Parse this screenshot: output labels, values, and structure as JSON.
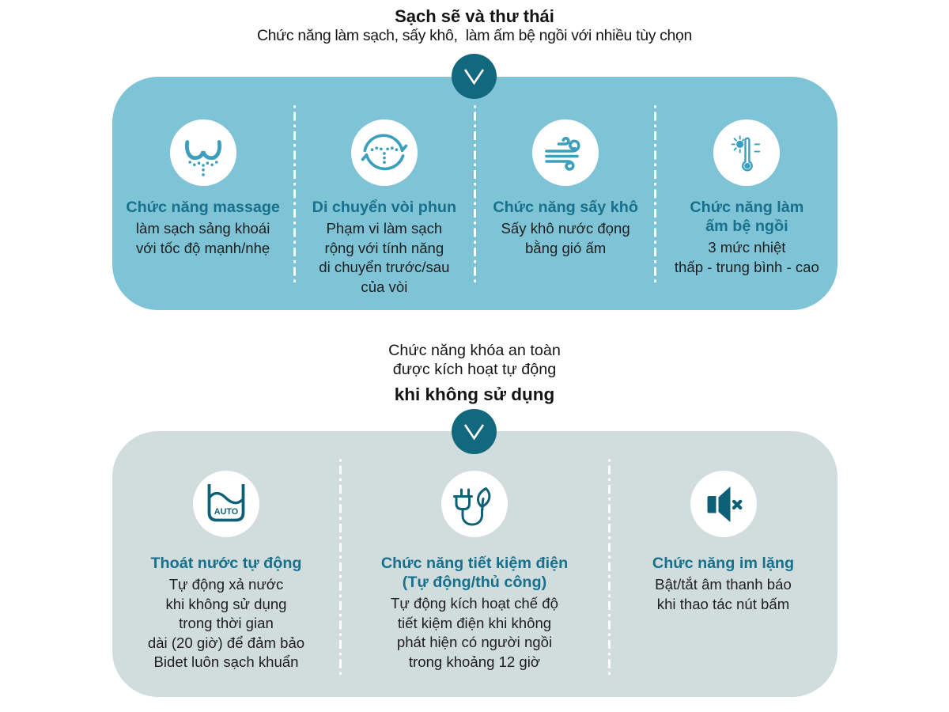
{
  "colors": {
    "panel1_bg": "#7fc4d6",
    "panel2_bg": "#d1dcdd",
    "dark_teal": "#12697e",
    "heading_teal": "#17708c",
    "icon_light": "#3b9fbd",
    "icon_dark": "#0e6076",
    "text": "#1e1e1e"
  },
  "header": {
    "title": "Sạch sẽ và thư thái",
    "subtitle": "Chức năng làm sạch, sấy khô,  làm ấm bệ ngồi với nhiều tùy chọn"
  },
  "panel1": {
    "features": [
      {
        "icon": "massage-icon",
        "heading": "Chức năng massage",
        "body": "làm sạch sảng khoái\nvới tốc độ mạnh/nhẹ"
      },
      {
        "icon": "nozzle-move-icon",
        "heading": "Di chuyển vòi phun",
        "body": "Phạm vi làm sạch\nrộng với tính năng\ndi chuyển trước/sau\ncủa vòi"
      },
      {
        "icon": "warm-air-dry-icon",
        "heading": "Chức năng sấy khô",
        "body": "Sấy khô nước đọng\nbằng gió ấm"
      },
      {
        "icon": "seat-warming-icon",
        "heading": "Chức năng làm\nấm bệ ngồi",
        "body": "3 mức nhiệt\nthấp - trung bình - cao"
      }
    ]
  },
  "midtext": {
    "lines": "Chức năng khóa an toàn\nđược kích hoạt tự động",
    "bold_line": "khi không sử dụng"
  },
  "panel2": {
    "features": [
      {
        "icon": "auto-drain-icon",
        "heading": "Thoát nước tự động",
        "body": "Tự động xả nước\nkhi không sử dụng\ntrong thời gian\ndài (20 giờ) để đảm bảo\nBidet luôn sạch khuẩn"
      },
      {
        "icon": "energy-saving-icon",
        "heading": "Chức năng tiết kiệm điện\n(Tự động/thủ công)",
        "body": "Tự động kích hoạt chế độ\ntiết kiệm điện khi không\nphát hiện có người ngồi\ntrong khoảng 12 giờ"
      },
      {
        "icon": "silent-mode-icon",
        "heading": "Chức năng im lặng",
        "body": "Bật/tắt âm thanh báo\nkhi thao tác nút bấm"
      }
    ]
  },
  "icons": {
    "auto_label": "AUTO"
  }
}
